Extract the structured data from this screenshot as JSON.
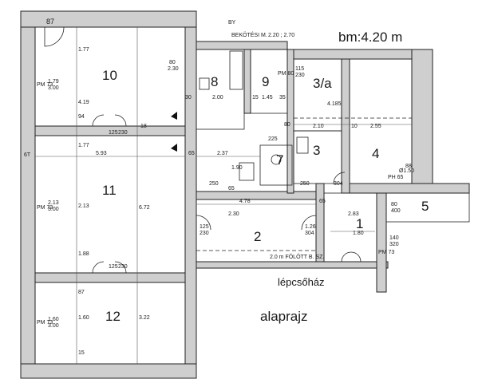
{
  "header": {
    "height_note": "bm:4.20 m",
    "connection": "BEKÖTÉSI M.",
    "connection_value": "2.20 ; 2.70",
    "by": "BY"
  },
  "captions": {
    "staircase": "lépcsőház",
    "floorplan": "alaprajz"
  },
  "rooms": {
    "r1": "1",
    "r2": "2",
    "r3": "3",
    "r3a": "3/a",
    "r4": "4",
    "r5": "5",
    "r7": "7",
    "r8": "8",
    "r9": "9",
    "r10": "10",
    "r11": "11",
    "r12": "12"
  },
  "labels": {
    "corner_87": "87",
    "l_80": "80",
    "l_230": "2.30",
    "l_115": "115",
    "l_230b": "230",
    "l_pm80": "PM 80",
    "l_30": "30",
    "l_200": "2.00",
    "l_15": "15",
    "l_145": "1.45",
    "l_35": "35",
    "l_4185": "4.185",
    "l_80b": "80",
    "l_210": "2.10",
    "l_10": "10",
    "l_255": "2.55",
    "l_65": "65",
    "l_237": "2.37",
    "l_593": "5.93",
    "l_125": "125",
    "l_230c": "230",
    "l_18": "18",
    "l_94": "94",
    "l_419": "4.19",
    "l_177": "1.77",
    "l_177b": "1.77",
    "l_672": "6.72",
    "l_213": "2.13",
    "l_188": "1.88",
    "l_322": "3.22",
    "l_pm73a": "PM 73",
    "l_179": "1.79",
    "l_300a": "3.00",
    "l_pm73b": "PM 73",
    "l_213b": "2.13",
    "l_300b": "3.00",
    "l_pm73c": "PM 73",
    "l_160": "1.60",
    "l_300c": "3.00",
    "l_6t": "6T",
    "l_478": "4.78",
    "l_65b": "65",
    "l_230d": "2.30",
    "l_125b": "125",
    "l_230e": "230",
    "l_126": "1.26",
    "l_304": "304",
    "l_180": "1.80",
    "l_283": "2.83",
    "l_140": "140",
    "l_320": "320",
    "l_80c": "80",
    "l_400": "400",
    "l_88": "88",
    "l_150": "Ø1.50",
    "l_pm65": "PH 65",
    "l_pm73d": "PM 73",
    "l_125c": "125",
    "l_230f": "230",
    "l_87": "87",
    "l_160b": "1.60",
    "l_15b": "15",
    "l_2m": "2.0 m FÖLÖTT B. SZ.",
    "l_250": "250",
    "l_65c": "65",
    "l_190": "1.90",
    "l_225": "225",
    "l_304b": "304",
    "l_250b": "250"
  }
}
